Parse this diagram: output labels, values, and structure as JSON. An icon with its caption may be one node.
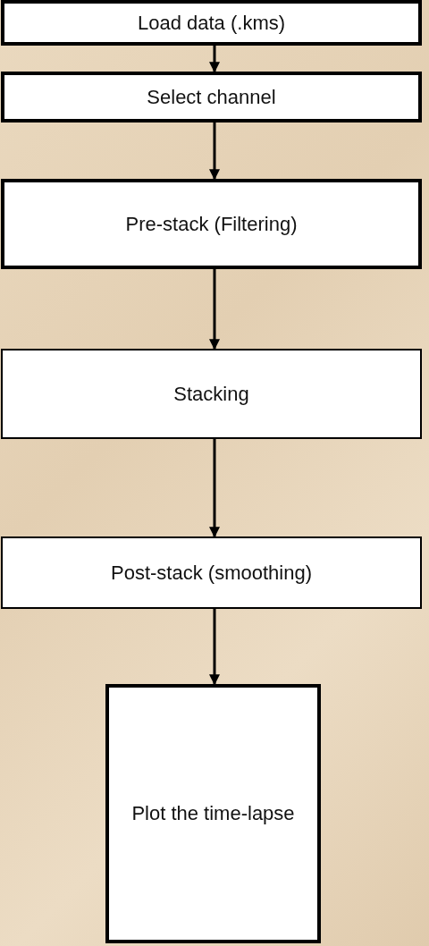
{
  "diagram": {
    "nodes": [
      {
        "text": [
          "Load data (.kms)"
        ]
      },
      {
        "text": [
          "Select channel"
        ]
      },
      {
        "text": [
          "Pre-stack (Filtering)"
        ]
      },
      {
        "text": [
          "Stacking"
        ]
      },
      {
        "text": [
          "Post-stack (smoothing)"
        ]
      },
      {
        "text": [
          "Plot the time-lapse"
        ]
      }
    ],
    "edges": [
      {
        "from": 0,
        "to": 1,
        "arrow": "to"
      },
      {
        "from": 1,
        "to": 2,
        "arrow": "to"
      },
      {
        "from": 2,
        "to": 3,
        "arrow": "to"
      },
      {
        "from": 3,
        "to": 4,
        "arrow": "to"
      },
      {
        "from": 4,
        "to": 5,
        "arrow": "to"
      }
    ]
  }
}
